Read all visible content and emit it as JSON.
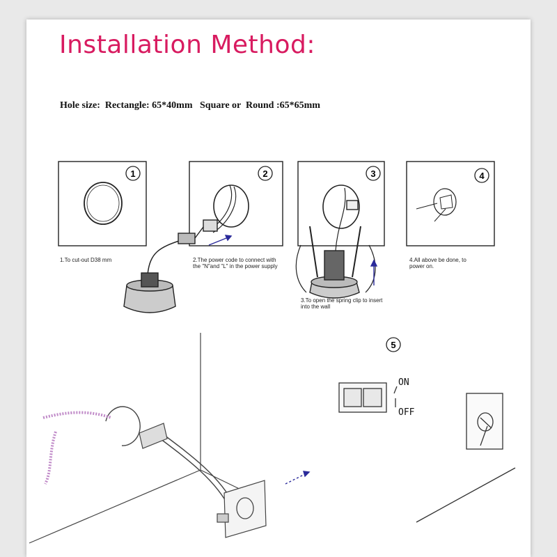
{
  "title": "Installation Method:",
  "hole_size": "Hole size:  Rectangle: 65*40mm   Square or  Round :65*65mm",
  "steps": [
    {
      "number": "1",
      "caption": "1.To cut-out D38 mm"
    },
    {
      "number": "2",
      "caption": "2.The power code to connect with the \"N\"and \"L\" in the power supply"
    },
    {
      "number": "3",
      "caption": "3.To open the spring clip to insert into the wall"
    },
    {
      "number": "4",
      "caption": "4.All above be done, to power on."
    }
  ],
  "step5": {
    "number": "5",
    "on_label": "ON",
    "off_label": "OFF"
  }
}
